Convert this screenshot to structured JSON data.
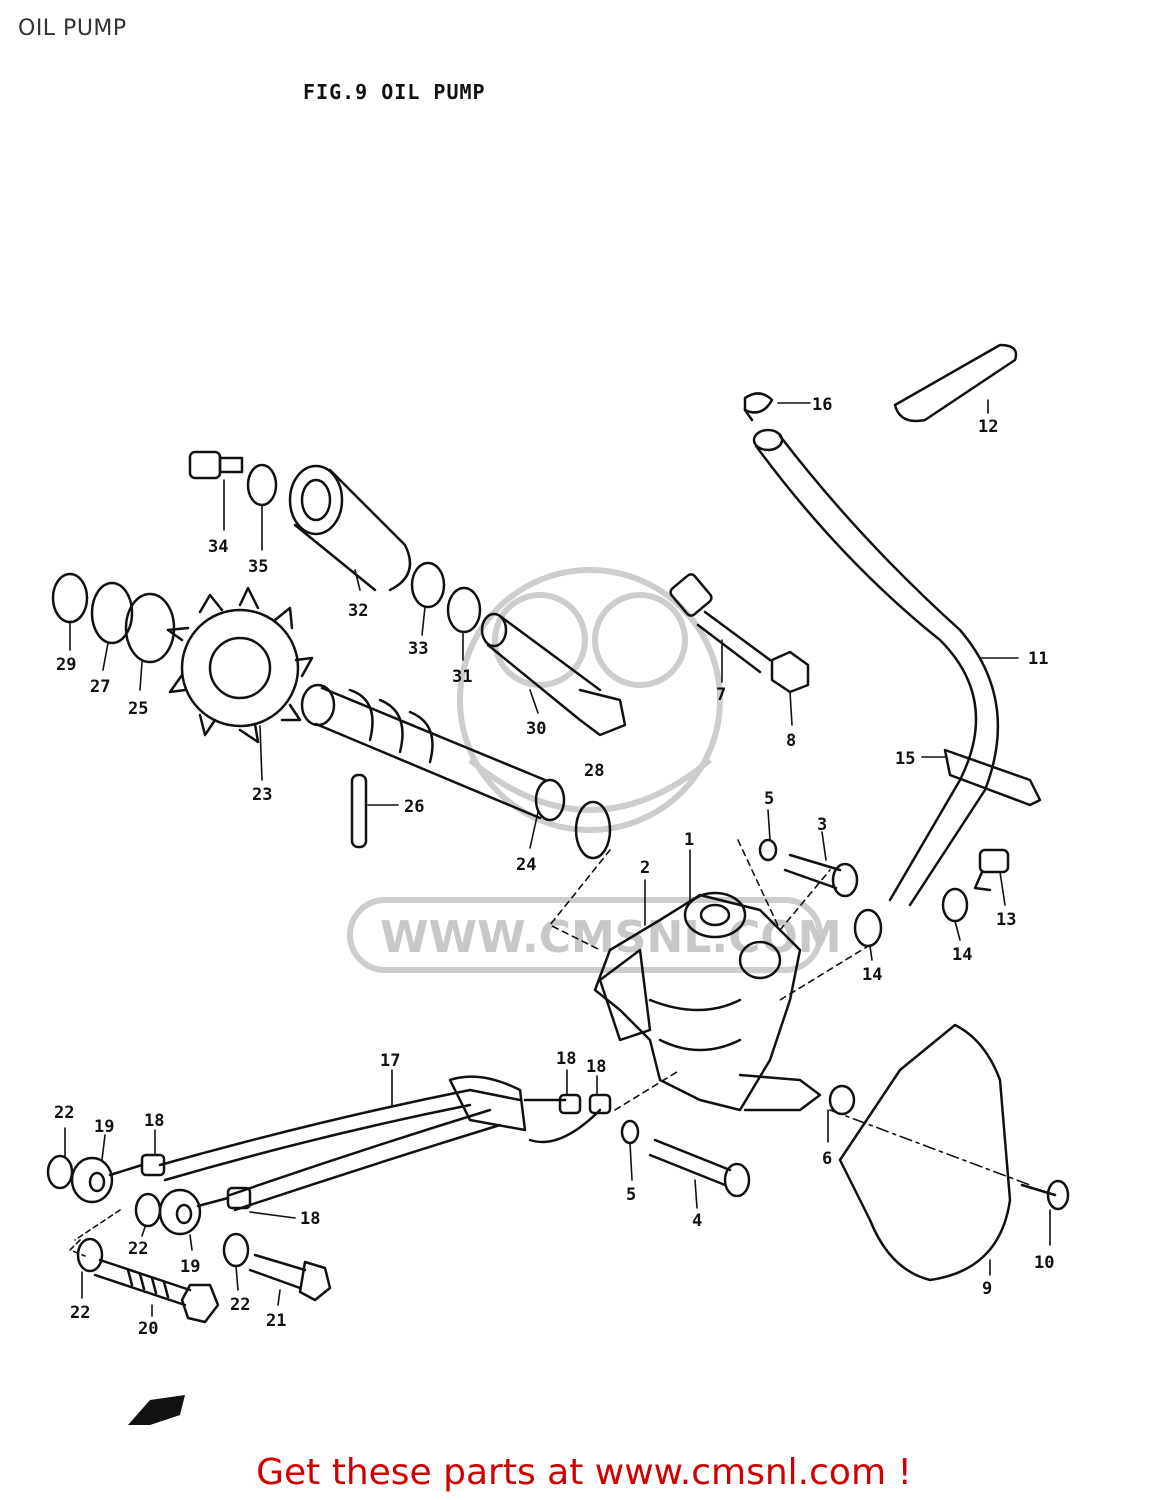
{
  "header": {
    "page_title": "OIL PUMP"
  },
  "figure": {
    "title": "FIG.9  OIL PUMP",
    "watermark_text": "WWW.CMSNL.COM",
    "callouts": [
      "1",
      "2",
      "3",
      "4",
      "5",
      "5",
      "6",
      "7",
      "8",
      "9",
      "10",
      "11",
      "12",
      "13",
      "14",
      "14",
      "15",
      "16",
      "17",
      "18",
      "18",
      "18",
      "18",
      "19",
      "19",
      "20",
      "21",
      "22",
      "22",
      "22",
      "22",
      "23",
      "24",
      "25",
      "26",
      "27",
      "28",
      "29",
      "30",
      "31",
      "32",
      "33",
      "34",
      "35"
    ]
  },
  "footer": {
    "link_text": "Get these parts at www.cmsnl.com !"
  },
  "colors": {
    "link": "#d00000",
    "line": "#111111",
    "watermark": "#c8c8c8"
  },
  "icons": [
    "front-arrow-icon"
  ]
}
